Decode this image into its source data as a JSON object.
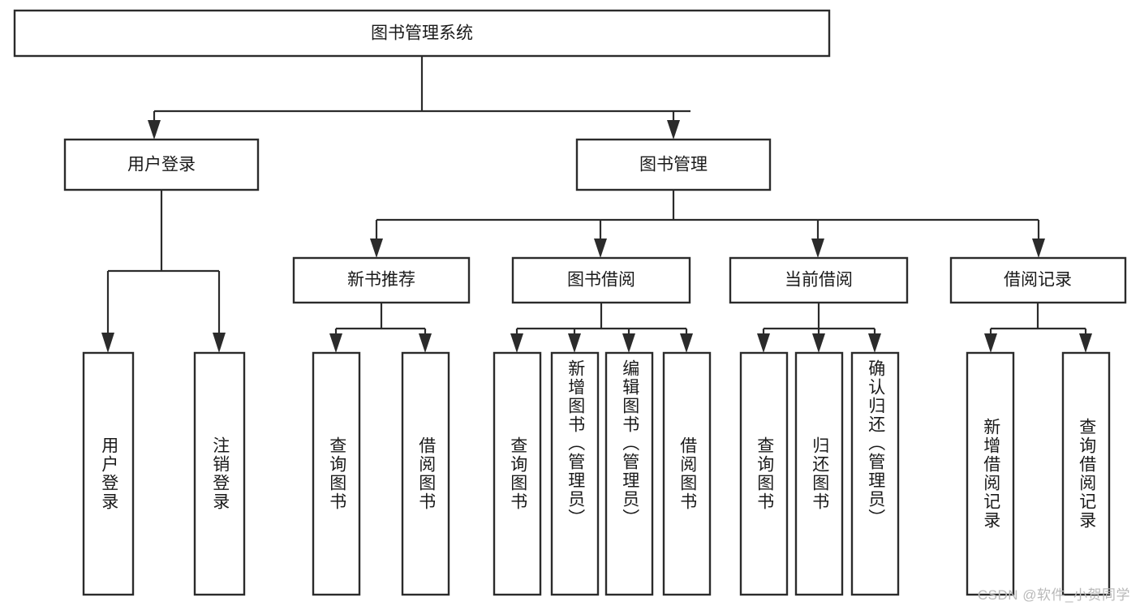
{
  "diagram": {
    "type": "tree-hierarchy",
    "title": "图书管理系统",
    "root": {
      "id": "root",
      "label": "图书管理系统"
    },
    "level2": [
      {
        "id": "user-login",
        "label": "用户登录"
      },
      {
        "id": "book-manage",
        "label": "图书管理"
      }
    ],
    "level3": [
      {
        "id": "new-book-recommend",
        "label": "新书推荐",
        "parent": "book-manage"
      },
      {
        "id": "book-borrow",
        "label": "图书借阅",
        "parent": "book-manage"
      },
      {
        "id": "current-borrow",
        "label": "当前借阅",
        "parent": "book-manage"
      },
      {
        "id": "borrow-record",
        "label": "借阅记录",
        "parent": "book-manage"
      }
    ],
    "leaves": [
      {
        "id": "leaf-user-login",
        "label": "用户登录",
        "parent": "user-login"
      },
      {
        "id": "leaf-logout-login",
        "label": "注销登录",
        "parent": "user-login"
      },
      {
        "id": "leaf-query-book-1",
        "label": "查询图书",
        "parent": "new-book-recommend"
      },
      {
        "id": "leaf-borrow-book-1",
        "label": "借阅图书",
        "parent": "new-book-recommend"
      },
      {
        "id": "leaf-query-book-2",
        "label": "查询图书",
        "parent": "book-borrow"
      },
      {
        "id": "leaf-add-book",
        "label": "新增图书（管理员）",
        "parent": "book-borrow"
      },
      {
        "id": "leaf-edit-book",
        "label": "编辑图书（管理员）",
        "parent": "book-borrow"
      },
      {
        "id": "leaf-borrow-book-2",
        "label": "借阅图书",
        "parent": "book-borrow"
      },
      {
        "id": "leaf-query-book-3",
        "label": "查询图书",
        "parent": "current-borrow"
      },
      {
        "id": "leaf-return-book",
        "label": "归还图书",
        "parent": "current-borrow"
      },
      {
        "id": "leaf-confirm-return",
        "label": "确认归还（管理员）",
        "parent": "current-borrow"
      },
      {
        "id": "leaf-add-record",
        "label": "新增借阅记录",
        "parent": "borrow-record"
      },
      {
        "id": "leaf-query-record",
        "label": "查询借阅记录",
        "parent": "borrow-record"
      }
    ],
    "colors": {
      "stroke": "#2b2b2b",
      "fill": "#ffffff",
      "text": "#1a1a1a",
      "watermark": "#b9b9b9"
    }
  },
  "watermark": {
    "text": "CSDN @软件_小贺同学"
  }
}
